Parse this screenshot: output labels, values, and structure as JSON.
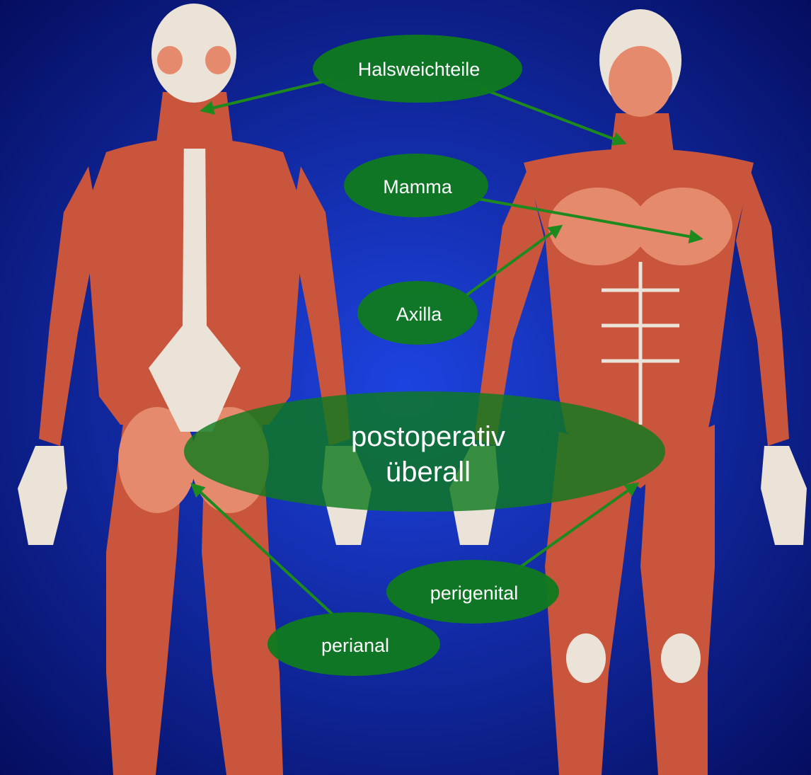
{
  "colors": {
    "background_center": "#1d43e0",
    "background_edge": "#030a57",
    "muscle": "#c8553c",
    "muscle_light": "#e58a6c",
    "tendon": "#ece3d8",
    "label_fill": "#0f7a1e",
    "arrow": "#1e8a1e",
    "text": "#ffffff"
  },
  "labels": {
    "neck": "Halsweichteile",
    "breast": "Mamma",
    "axilla": "Axilla",
    "postop_line1": "postoperativ",
    "postop_line2": "überall",
    "perigenital": "perigenital",
    "perianal": "perianal"
  }
}
